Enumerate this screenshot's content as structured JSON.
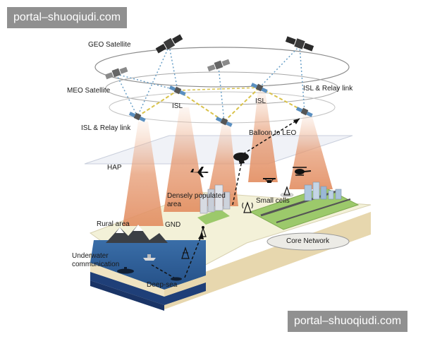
{
  "watermark": "portal–shuoqiudi.com",
  "labels": {
    "geo": "GEO Satellite",
    "meo": "MEO Satellite",
    "isl_relay_left": "ISL & Relay link",
    "isl_relay_right": "ISL & Relay link",
    "isl_left": "ISL",
    "isl_right": "ISL",
    "balloon": "Balloon to LEO",
    "hap": "HAP",
    "dense": "Densely populated area",
    "small_cells": "Small cells",
    "rural": "Rural area",
    "gnd": "GND",
    "underwater": "Underwater communication",
    "core": "Core Network",
    "deep_sea": "Deep-sea"
  },
  "colors": {
    "beam": "#e8a07a",
    "isl_link": "#d9c24a",
    "relay_link": "#6aa0c8",
    "sea": "#2f5f96",
    "deep_sea": "#1f3f78",
    "land": "#f3f1d8",
    "green_area": "#9cc96b"
  },
  "icons": [
    "satellite-icon",
    "airplane-icon",
    "balloon-icon",
    "drone-icon",
    "helicopter-icon",
    "antenna-icon",
    "building-icon",
    "mountain-icon",
    "ship-icon",
    "submarine-icon"
  ]
}
